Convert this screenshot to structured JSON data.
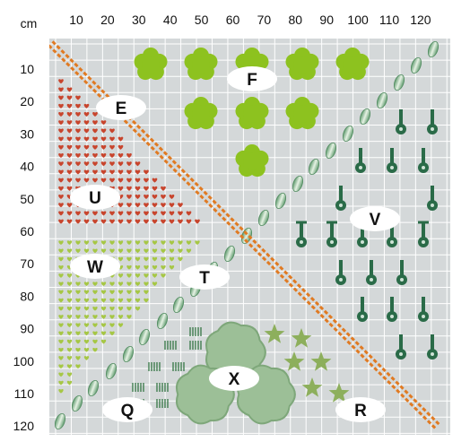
{
  "unit": "cm",
  "x_ticks": [
    "10",
    "20",
    "30",
    "40",
    "50",
    "60",
    "70",
    "80",
    "90",
    "100",
    "110",
    "120"
  ],
  "y_ticks": [
    "10",
    "20",
    "30",
    "40",
    "50",
    "60",
    "70",
    "80",
    "90",
    "100",
    "110",
    "120"
  ],
  "regions": [
    "F",
    "E",
    "U",
    "V",
    "W",
    "T",
    "X",
    "Q",
    "R"
  ],
  "colors": {
    "background": "#d4d8d9",
    "grid": "#ffffff",
    "dashed_path": "#e07a22",
    "heart_red": "#c8452d",
    "heart_green": "#a6c745",
    "flower_green": "#8dc21f",
    "seed_pod": "#8fb996",
    "stake": "#2a6b48",
    "grass": "#3f7d4f",
    "star": "#8daf5c",
    "shrub": "#9cbf97",
    "label_ellipse": "#ffffff"
  },
  "icons": [
    "heart-icon",
    "flower-icon",
    "seed-pod-icon",
    "stake-icon",
    "grass-icon",
    "star-icon",
    "shrub-icon"
  ]
}
